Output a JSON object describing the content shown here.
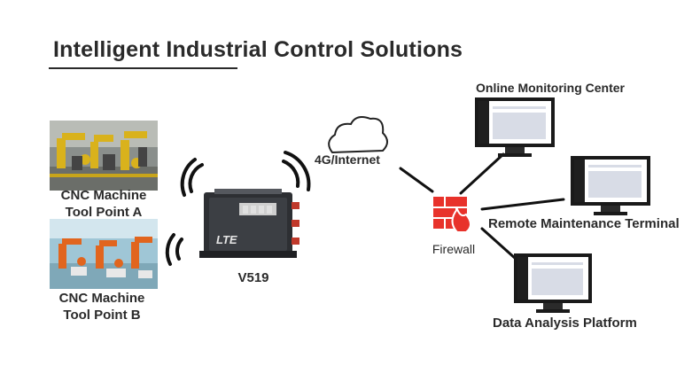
{
  "title": "Intelligent Industrial Control Solutions",
  "nodes": {
    "point_a": {
      "line1": "CNC Machine",
      "line2": "Tool Point A"
    },
    "point_b": {
      "line1": "CNC Machine",
      "line2": "Tool Point B"
    },
    "router": {
      "model": "V519",
      "badge": "LTE"
    },
    "network": {
      "label": "4G/Internet"
    },
    "firewall": {
      "label": "Firewall"
    },
    "monitoring": {
      "label": "Online Monitoring Center"
    },
    "maintenance": {
      "label": "Remote Maintenance Terminal"
    },
    "analysis": {
      "label": "Data Analysis Platform"
    }
  },
  "icons": [
    "signal-waves-icon",
    "cloud-icon",
    "firewall-icon",
    "monitor-icon",
    "router-icon"
  ],
  "colors": {
    "text": "#2a2a2a",
    "firewall": "#e8322b",
    "link": "#111111",
    "monitor_frame": "#1a1a1a"
  }
}
